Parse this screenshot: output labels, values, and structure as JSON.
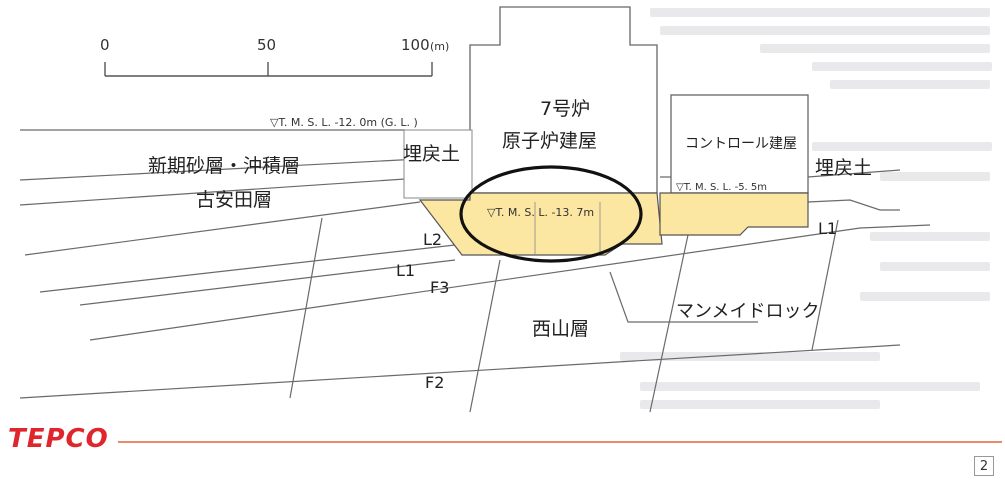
{
  "scale": {
    "ticks": [
      "0",
      "50",
      "100"
    ],
    "unit": "(m)"
  },
  "levels": {
    "ground": "▽T. M. S. L. -12. 0m (G. L. )",
    "reactor_base": "▽T. M. S. L. -13. 7m",
    "control_base": "▽T. M. S. L. -5. 5m"
  },
  "buildings": {
    "reactor": {
      "line1": "7号炉",
      "line2": "原子炉建屋"
    },
    "control": {
      "label": "コントロール建屋"
    }
  },
  "strata": {
    "shinki": "新期砂層・沖積層",
    "koyasuda": "古安田層",
    "backfill_left": "埋戻土",
    "backfill_right": "埋戻土",
    "nishiyama": "西山層"
  },
  "faults": {
    "l2": "L2",
    "l1_left": "L1",
    "l1_right": "L1",
    "f3": "F3",
    "f2": "F2"
  },
  "manmade_rock": "マンメイドロック",
  "colors": {
    "manmade_rock_fill": "#fbe6a2",
    "logo_red": "#e0262d",
    "rule_orange": "#e98b6a",
    "line_gray": "#666666"
  },
  "footer": {
    "logo": "TEPCO",
    "page": "2"
  }
}
